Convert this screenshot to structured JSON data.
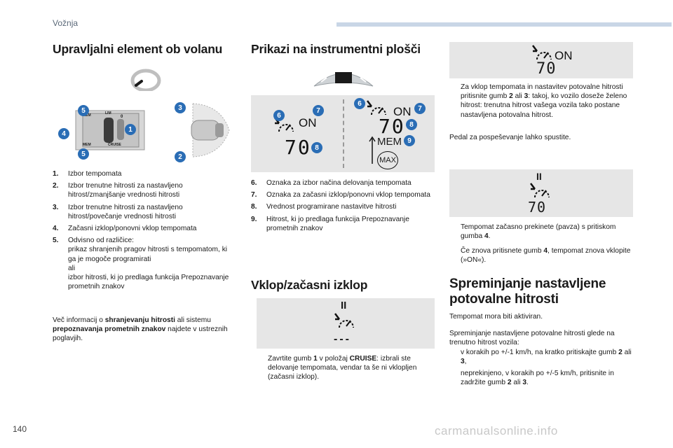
{
  "header": {
    "section": "Vožnja"
  },
  "col1": {
    "title": "Upravljalni element ob volanu",
    "items": [
      {
        "n": "1.",
        "t": "Izbor tempomata"
      },
      {
        "n": "2.",
        "t": "Izbor trenutne hitrosti za nastavljeno hitrost/zmanjšanje vrednosti hitrosti"
      },
      {
        "n": "3.",
        "t": "Izbor trenutne hitrosti za nastavljeno hitrost/povečanje vrednosti hitrosti"
      },
      {
        "n": "4.",
        "t": "Začasni izklop/ponovni vklop tempomata"
      },
      {
        "n": "5.",
        "t": "Odvisno od različice:\nprikaz shranjenih pragov hitrosti s tempomatom, ki ga je mogoče programirati\nali\nizbor hitrosti, ki jo predlaga funkcija Prepoznavanje prometnih znakov"
      }
    ],
    "more_p1": "Več informacij o ",
    "more_b1": "shranjevanju hitrosti",
    "more_p2": " ali sistemu ",
    "more_b2": "prepoznavanja prometnih znakov",
    "more_p3": " najdete v ustreznih poglavjih.",
    "stalk_labels": {
      "mem_top": "MEM",
      "mem_bot": "MEM",
      "cruise": "CRUISE",
      "lim": "LIM",
      "zero": "0"
    }
  },
  "col2": {
    "title": "Prikazi na instrumentni plošči",
    "display": {
      "on_left": "ON",
      "on_right": "ON",
      "speed_left": "70",
      "speed_right": "70",
      "mem": "MEM",
      "max": "MAX"
    },
    "items": [
      {
        "n": "6.",
        "t": "Oznaka za izbor načina delovanja tempomata"
      },
      {
        "n": "7.",
        "t": "Oznaka za začasni izklop/ponovni vklop tempomata"
      },
      {
        "n": "8.",
        "t": "Vrednost programirane nastavitve hitrosti"
      },
      {
        "n": "9.",
        "t": "Hitrost, ki jo predlaga funkcija Prepoznavanje prometnih znakov"
      }
    ],
    "title2": "Vklop/začasni izklop",
    "pause_sym": "II",
    "dashes": "---",
    "bullet_p1": "Zavrtite gumb ",
    "bullet_b1": "1",
    "bullet_p2": " v položaj ",
    "bullet_b2": "CRUISE",
    "bullet_p3": ": izbrali ste delovanje tempomata, vendar ta še ni vklopljen (začasni izklop)."
  },
  "col3": {
    "panel1": {
      "on": "ON",
      "speed": "70"
    },
    "b1_p1": "Za vklop tempomata in nastavitev potovalne hitrosti pritisnite gumb ",
    "b1_b1": "2",
    "b1_p2": " ali ",
    "b1_b2": "3",
    "b1_p3": ": takoj, ko vozilo doseže želeno hitrost: trenutna hitrost vašega vozila tako postane nastavljena potovalna hitrost.",
    "pedal": "Pedal za pospeševanje lahko spustite.",
    "panel2": {
      "pause": "II",
      "speed": "70"
    },
    "b2_p1": "Tempomat začasno prekinete (pavza) s pritiskom gumba ",
    "b2_b1": "4",
    "b2_p2": ".",
    "b3_p1": "Če znova pritisnete gumb ",
    "b3_b1": "4",
    "b3_p2": ", tempomat znova vklopite (»ON«).",
    "title": "Spreminjanje nastavljene potovalne hitrosti",
    "p1": "Tempomat mora biti aktiviran.",
    "p2": "Spreminjanje nastavljene potovalne hitrosti glede na trenutno hitrost vozila:",
    "b4_p1": "v korakih po +/-1 km/h, na kratko pritiskajte gumb ",
    "b4_b1": "2",
    "b4_p2": " ali ",
    "b4_b2": "3",
    "b4_p3": ",",
    "b5_p1": "neprekinjeno, v korakih po +/-5 km/h, pritisnite in zadržite gumb ",
    "b5_b1": "2",
    "b5_p2": " ali ",
    "b5_b2": "3",
    "b5_p3": "."
  },
  "bullet_char": "",
  "footer": {
    "page": "140",
    "watermark": "carmanualsonline.info"
  },
  "colors": {
    "badge": "#2a6db5",
    "panel": "#e6e6e6",
    "header_bar": "#c9d6e6"
  }
}
